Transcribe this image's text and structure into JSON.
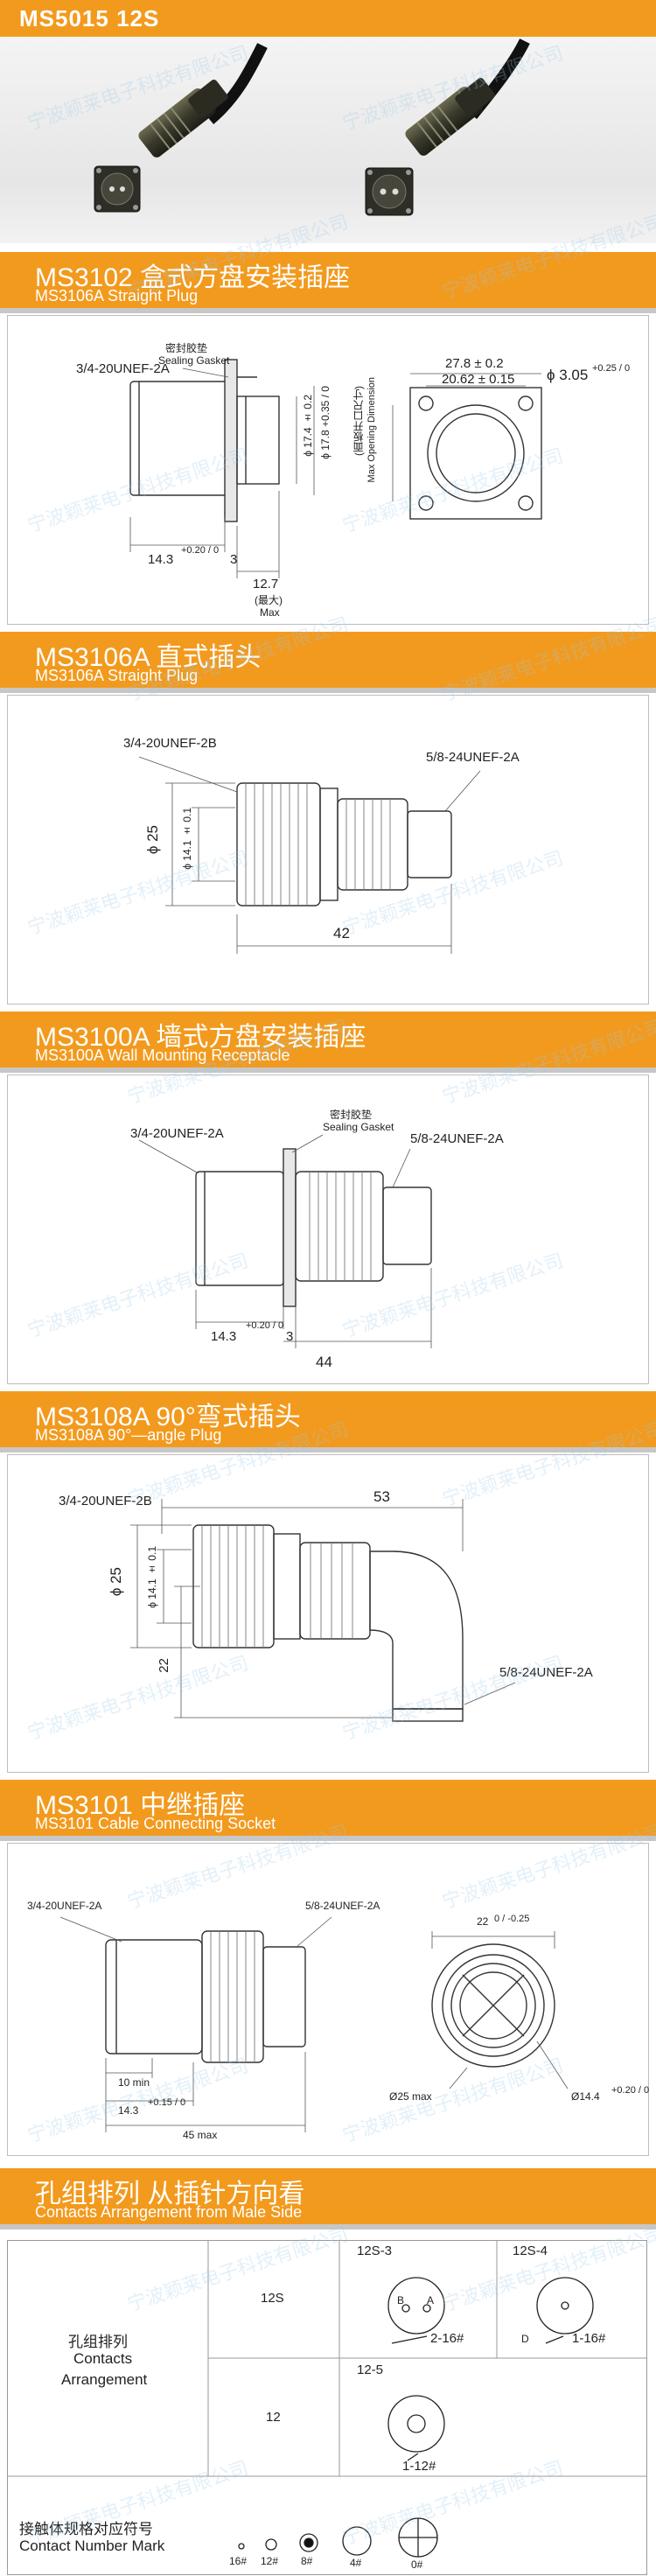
{
  "page": {
    "title": "MS5015   12S",
    "watermark": "宁波颖莱电子科技有限公司"
  },
  "sections": [
    {
      "id": "ms3102",
      "title_cn": "MS3102 盒式方盘安装插座",
      "title_en": "MS3106A Straight Plug",
      "labels": {
        "gasket_cn": "密封胶垫",
        "gasket_en": "Sealing Gasket",
        "thread": "3/4-20UNEF-2A",
        "dim_143": "14.3",
        "dim_143_tol": "+0.20 / 0",
        "dim_3": "3",
        "dim_127": "12.7",
        "max_cn": "(最大)",
        "max_en": "Max",
        "dim_172": "ϕ 17.4 ± 0.2",
        "dim_178": "ϕ 17.8 +0.35 / 0",
        "panel_cn": "(面板开口尺寸)",
        "panel_en": "Max Opening Dimension",
        "dim_278": "27.8 ± 0.2",
        "dim_2062": "20.62 ± 0.15",
        "dim_305": "ϕ 3.05",
        "dim_305_tol": "+0.25 / 0"
      }
    },
    {
      "id": "ms3106a",
      "title_cn": "MS3106A 直式插头",
      "title_en": "MS3106A Straight Plug",
      "labels": {
        "thread_left": "3/4-20UNEF-2B",
        "thread_right": "5/8-24UNEF-2A",
        "dia_25": "ϕ 25",
        "dia_141": "ϕ 14.1 ± 0.1",
        "len_42": "42"
      }
    },
    {
      "id": "ms3100a",
      "title_cn": "MS3100A 墙式方盘安装插座",
      "title_en": "MS3100A Wall Mounting Receptacle",
      "labels": {
        "thread_left": "3/4-20UNEF-2A",
        "gasket_cn": "密封胶垫",
        "gasket_en": "Sealing Gasket",
        "thread_right": "5/8-24UNEF-2A",
        "dim_143": "14.3",
        "dim_143_tol": "+0.20 / 0",
        "dim_3": "3",
        "dim_44": "44"
      }
    },
    {
      "id": "ms3108a",
      "title_cn": "MS3108A 90°弯式插头",
      "title_en": "MS3108A 90°—angle Plug",
      "labels": {
        "thread_left": "3/4-20UNEF-2B",
        "len_53": "53",
        "dia_25": "ϕ 25",
        "dia_141": "ϕ 14.1 ± 0.1",
        "dim_22": "22",
        "thread_right": "5/8-24UNEF-2A"
      }
    },
    {
      "id": "ms3101",
      "title_cn": "MS3101 中继插座",
      "title_en": "MS3101 Cable Connecting Socket",
      "labels": {
        "thread_left": "3/4-20UNEF-2A",
        "thread_right": "5/8-24UNEF-2A",
        "min_10": "10 min",
        "dim_143": "14.3",
        "dim_143_tol": "+0.15 / 0",
        "max_45": "45 max",
        "dim_22": "22",
        "dim_22_tol": "0 / -0.25",
        "dia_25max": "Ø25 max",
        "dia_144": "Ø14.4",
        "dia_144_tol": "+0.20 / 0"
      }
    }
  ],
  "contacts": {
    "title_cn": "孔组排列  从插针方向看",
    "title_en": "Contacts Arrangement from Male Side",
    "row_label_cn": "孔组排列",
    "row_label_en1": "Contacts",
    "row_label_en2": "Arrangement",
    "rows": [
      {
        "code": "12S",
        "layouts": [
          {
            "name": "12S-3",
            "pins": [
              "B",
              "A"
            ],
            "caption": "2-16#"
          },
          {
            "name": "12S-4",
            "pins": [
              "D"
            ],
            "caption": "1-16#"
          }
        ]
      },
      {
        "code": "12",
        "layouts": [
          {
            "name": "12-5",
            "pins": [],
            "caption": "1-12#"
          }
        ]
      }
    ],
    "mark_cn": "接触体规格对应符号",
    "mark_en": "Contact Number Mark",
    "marks": [
      "16#",
      "12#",
      "8#",
      "4#",
      "0#"
    ]
  }
}
